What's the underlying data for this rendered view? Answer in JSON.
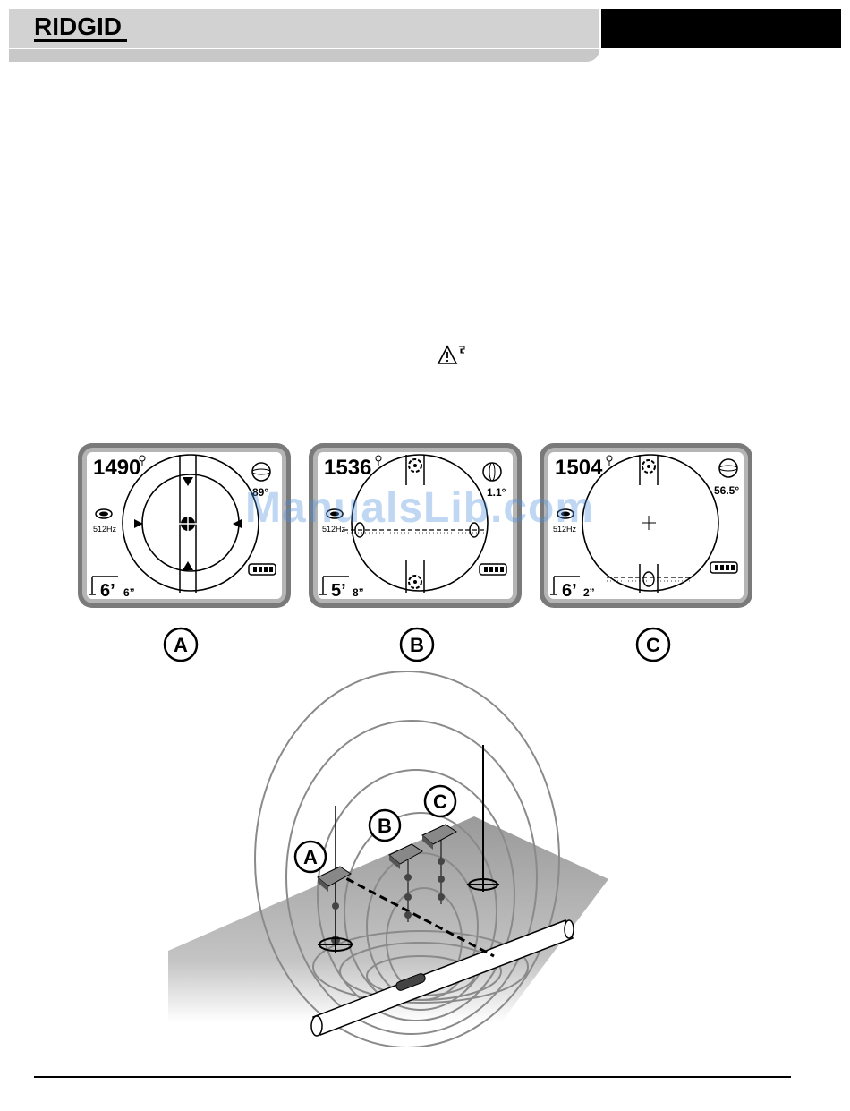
{
  "header": {
    "logo_text": "RIDGID"
  },
  "screens": [
    {
      "label": "A",
      "signal": "1490",
      "angle": "89°",
      "frequency": "512Hz",
      "depth_ft": "6’",
      "depth_in": "6”"
    },
    {
      "label": "B",
      "signal": "1536",
      "angle": "1.1°",
      "frequency": "512Hz",
      "depth_ft": "5’",
      "depth_in": "8”"
    },
    {
      "label": "C",
      "signal": "1504",
      "angle": "56.5°",
      "frequency": "512Hz",
      "depth_ft": "6’",
      "depth_in": "2”"
    }
  ],
  "diagram": {
    "labels": [
      "A",
      "B",
      "C"
    ]
  },
  "watermark": "ManualsLib.com",
  "icons": {
    "warning": "warning-triangle-icon",
    "signal": "antenna-icon",
    "sonde": "sonde-icon",
    "battery": "battery-icon",
    "tilt": "tilt-sphere-icon",
    "depth": "depth-marker-icon"
  }
}
